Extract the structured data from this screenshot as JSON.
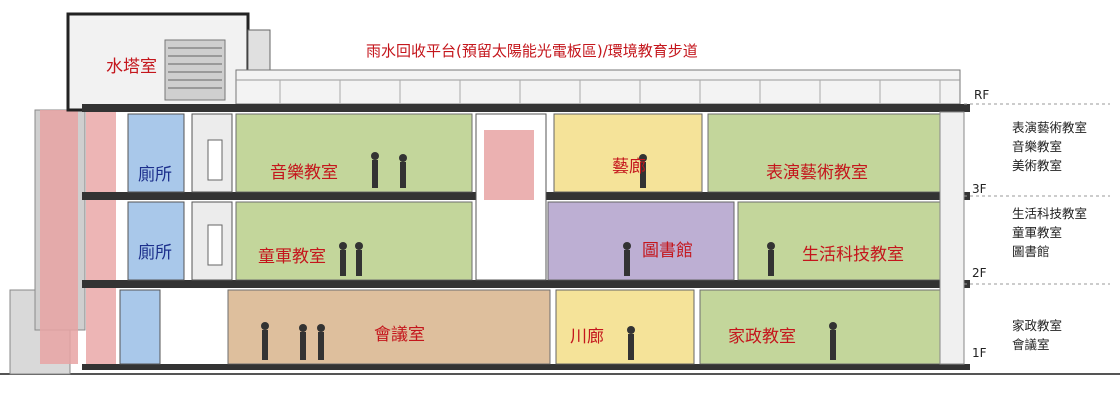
{
  "roof_title": "雨水回收平台(預留太陽能光電板區)/環境教育步道",
  "rooms": {
    "water_tower": "水塔室",
    "toilet_3f": "廁所",
    "toilet_2f": "廁所",
    "music": "音樂教室",
    "art_corridor": "藝廊",
    "performing_arts": "表演藝術教室",
    "scouts": "童軍教室",
    "library": "圖書館",
    "life_tech": "生活科技教室",
    "meeting": "會議室",
    "chuan_corridor": "川廊",
    "home_ec": "家政教室"
  },
  "floors": {
    "rf": "RF",
    "f3": "3F",
    "f2": "2F",
    "f1": "1F"
  },
  "side_labels": {
    "f3": [
      "表演藝術教室",
      "音樂教室",
      "美術教室"
    ],
    "f2": [
      "生活科技教室",
      "童軍教室",
      "圖書館"
    ],
    "f1": [
      "家政教室",
      "會議室"
    ]
  },
  "colors": {
    "room_label": "#c4161c",
    "toilet_label": "#1c2f8c",
    "green_room": "#b9cf8a",
    "tan_room": "#d9b48c",
    "yellow_room": "#f4e08e",
    "purple_room": "#b6a7cf",
    "blue_room": "#a9c8ea",
    "red_shaft": "#e8a3a3"
  }
}
